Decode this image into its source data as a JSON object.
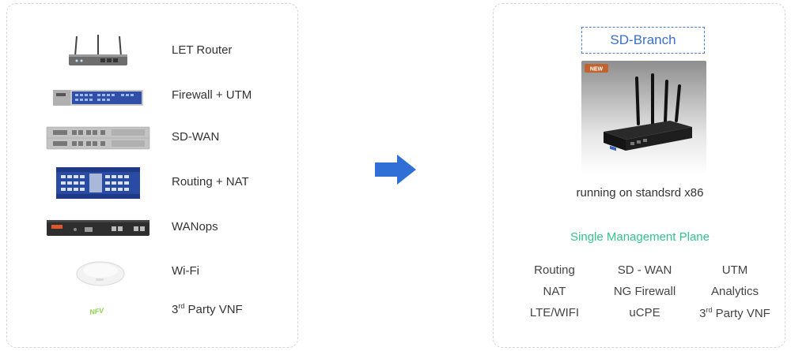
{
  "left": {
    "devices": [
      {
        "label": "LET Router",
        "icon": "lte-router-icon"
      },
      {
        "label": "Firewall + UTM",
        "icon": "firewall-appliance-icon"
      },
      {
        "label": "SD-WAN",
        "icon": "sdwan-appliance-icon"
      },
      {
        "label": "Routing + NAT",
        "icon": "router-chassis-icon"
      },
      {
        "label": "WANops",
        "icon": "wanop-appliance-icon"
      },
      {
        "label": "Wi-Fi",
        "icon": "wifi-access-point-icon"
      },
      {
        "label_prefix": "3",
        "label_sup": "rd",
        "label_suffix": " Party VNF",
        "icon": "nfv-logo-icon",
        "logo_text": "NFV"
      }
    ]
  },
  "arrow": {
    "color": "#2f6fd6",
    "icon": "arrow-right-icon"
  },
  "right": {
    "title": "SD-Branch",
    "badge": "NEW",
    "running": "running on standsrd x86",
    "management": "Single Management Plane",
    "features": [
      {
        "text": "Routing"
      },
      {
        "text": "SD - WAN"
      },
      {
        "text": "UTM"
      },
      {
        "text": "NAT"
      },
      {
        "text": "NG Firewall"
      },
      {
        "text": "Analytics"
      },
      {
        "text": "LTE/WIFI"
      },
      {
        "text": "uCPE"
      },
      {
        "prefix": "3",
        "sup": "rd",
        "suffix": " Party VNF"
      }
    ],
    "colors": {
      "title": "#3b6fc8",
      "management": "#34c28a",
      "badge": "#c4622d"
    }
  }
}
